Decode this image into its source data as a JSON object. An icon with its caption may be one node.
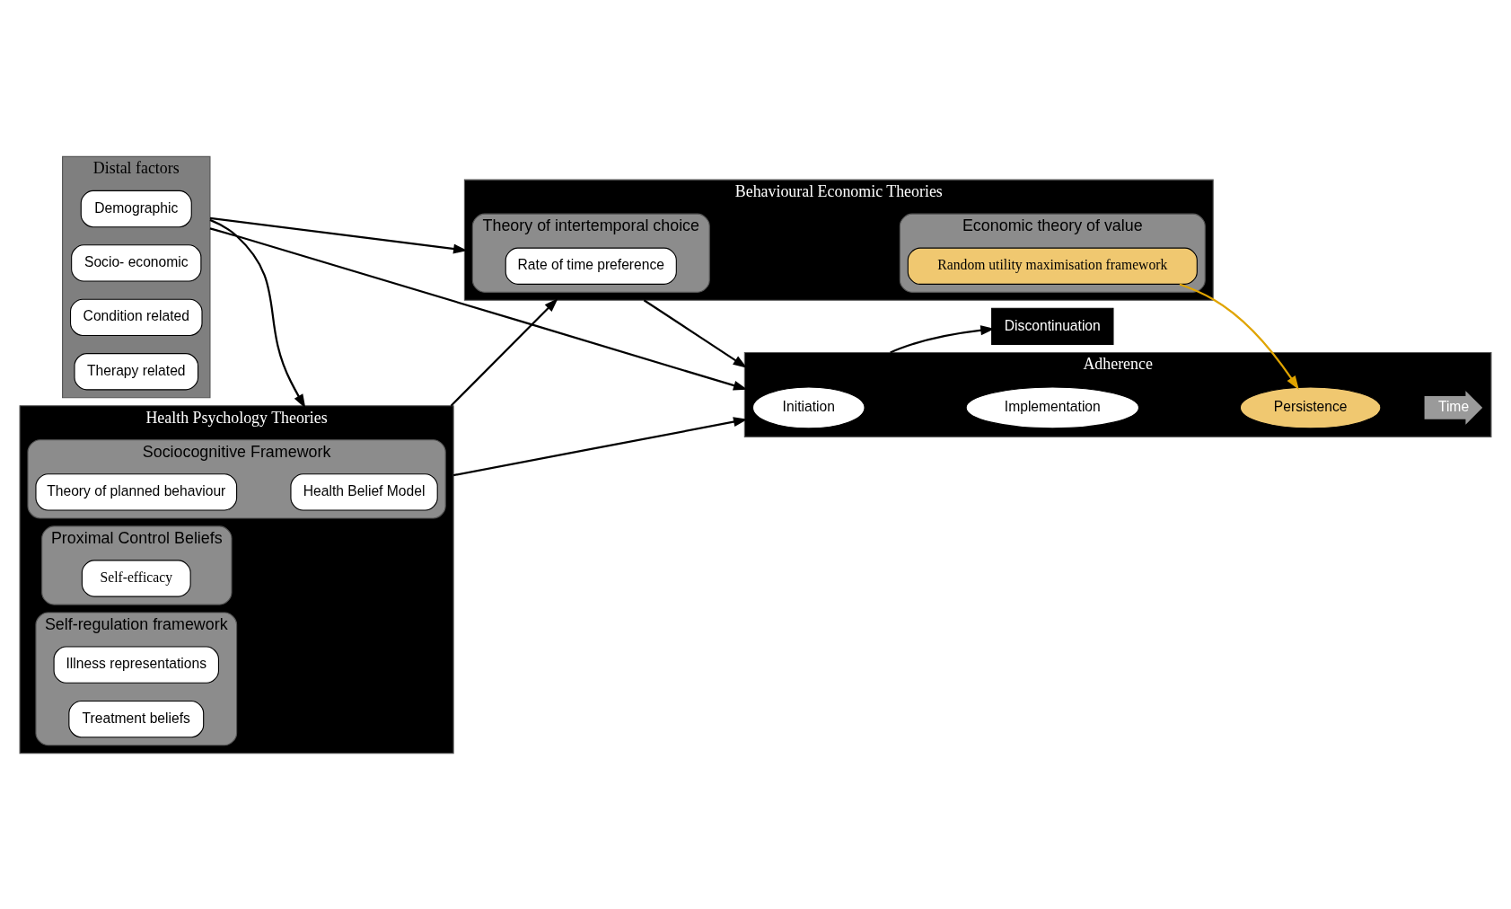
{
  "diagram": {
    "nodes": [
      {
        "text": [
          "Distal factors"
        ]
      },
      {
        "text": [
          "Demographic"
        ],
        "in": 0
      },
      {
        "text": [
          "Socio- economic"
        ],
        "in": 0
      },
      {
        "text": [
          "Condition related"
        ],
        "in": 0
      },
      {
        "text": [
          "Therapy related"
        ],
        "in": 0
      },
      {
        "text": [
          "Health Psychology Theories"
        ]
      },
      {
        "text": [
          "Sociocognitive Framework"
        ],
        "in": 5
      },
      {
        "text": [
          "Health Belief Model"
        ],
        "in": 6
      },
      {
        "text": [
          "Theory of planned behaviour"
        ],
        "in": 6
      },
      {
        "text": [
          "Proximal Control Beliefs"
        ],
        "in": 5
      },
      {
        "text": [
          "Self-efficacy"
        ],
        "in": 9
      },
      {
        "text": [
          "Self-regulation framework"
        ],
        "in": 5
      },
      {
        "text": [
          "Illness representations"
        ],
        "in": 11
      },
      {
        "text": [
          "Treatment beliefs"
        ],
        "in": 11
      },
      {
        "text": [
          "Behavioural Economic Theories"
        ]
      },
      {
        "text": [
          "Theory of intertemporal choice"
        ],
        "in": 14
      },
      {
        "text": [
          "Rate of time preference"
        ],
        "in": 15
      },
      {
        "text": [
          "Economic theory of value"
        ],
        "in": 14
      },
      {
        "text": [
          "Random utility maximisation framework"
        ],
        "in": 17
      },
      {
        "text": [
          "Adherence"
        ]
      },
      {
        "text": [
          "Initiation"
        ],
        "in": 19
      },
      {
        "text": [
          "Implementation"
        ],
        "in": 19
      },
      {
        "text": [
          "Persistence"
        ],
        "in": 19
      },
      {
        "text": [
          "Time"
        ],
        "in": 19
      },
      {
        "text": [
          "Discontinuation"
        ]
      }
    ],
    "edges": [
      {
        "from": 0,
        "to": 5,
        "arrow": "to"
      },
      {
        "from": 0,
        "to": 14,
        "arrow": "to"
      },
      {
        "from": 0,
        "to": 19,
        "arrow": "to"
      },
      {
        "from": 5,
        "to": 19,
        "arrow": "to"
      },
      {
        "from": 5,
        "to": 14,
        "arrow": "to"
      },
      {
        "from": 14,
        "to": 19,
        "arrow": "to"
      },
      {
        "from": 19,
        "to": 24,
        "arrow": "to"
      },
      {
        "from": 18,
        "to": 22,
        "arrow": "to",
        "color": "#e0a400"
      }
    ]
  }
}
